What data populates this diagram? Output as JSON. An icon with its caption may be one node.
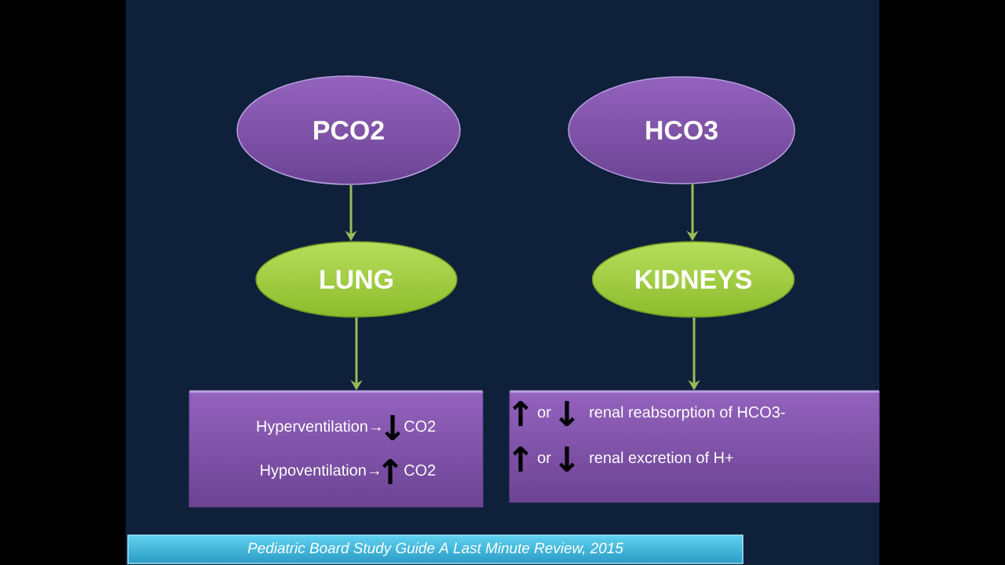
{
  "diagram": {
    "nodes": [
      {
        "text": [
          "PCO2"
        ]
      },
      {
        "text": [
          "HCO3"
        ]
      },
      {
        "text": [
          "LUNG"
        ]
      },
      {
        "text": [
          "KIDNEYS"
        ]
      },
      {
        "text": [
          "Hyperventilation→",
          "↓",
          "CO2",
          "Hypoventilation→",
          "↑",
          "CO2"
        ]
      },
      {
        "text": [
          "↑",
          "or",
          "↓",
          "renal reabsorption of HCO3-",
          "↑",
          "or",
          "↓",
          "renal excretion of H+"
        ]
      },
      {
        "text": [
          "Pediatric Board Study Guide A Last Minute Review, 2015"
        ]
      }
    ],
    "edges": [
      {
        "from": 0,
        "to": 2,
        "arrow": "to"
      },
      {
        "from": 2,
        "to": 4,
        "arrow": "to"
      },
      {
        "from": 1,
        "to": 3,
        "arrow": "to"
      },
      {
        "from": 3,
        "to": 5,
        "arrow": "to"
      }
    ]
  }
}
